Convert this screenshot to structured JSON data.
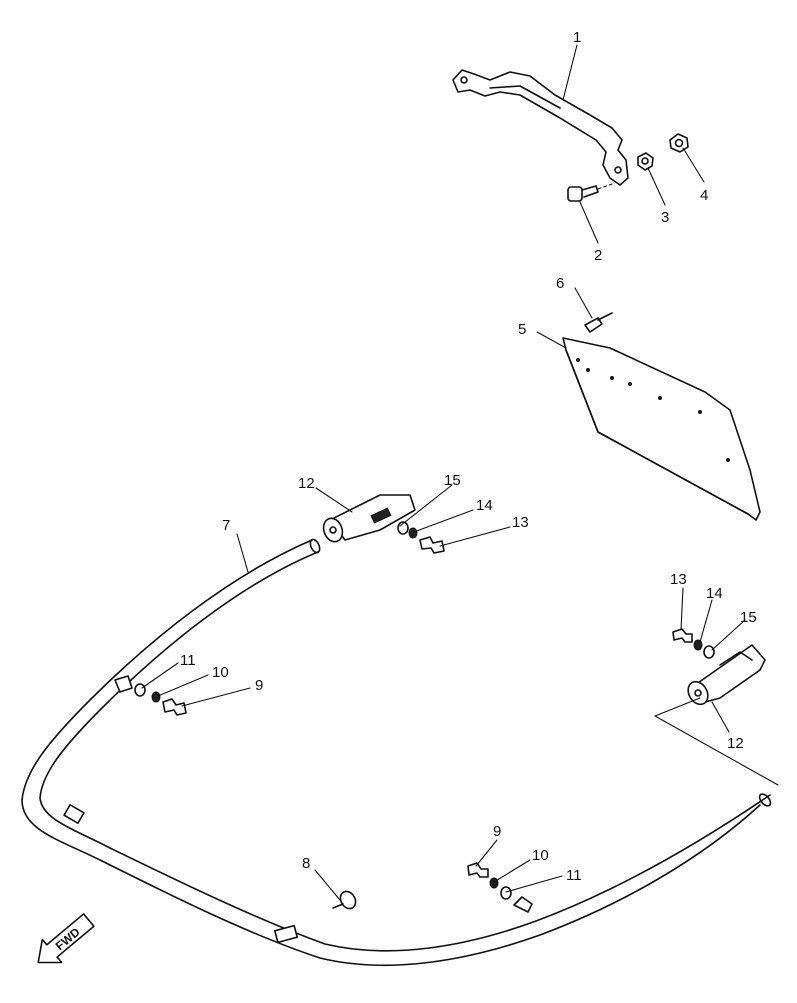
{
  "callouts": [
    {
      "id": "c1",
      "text": "1"
    },
    {
      "id": "c2",
      "text": "2"
    },
    {
      "id": "c3",
      "text": "3"
    },
    {
      "id": "c4",
      "text": "4"
    },
    {
      "id": "c5",
      "text": "5"
    },
    {
      "id": "c6",
      "text": "6"
    },
    {
      "id": "c7",
      "text": "7"
    },
    {
      "id": "c8",
      "text": "8"
    },
    {
      "id": "c9a",
      "text": "9"
    },
    {
      "id": "c10a",
      "text": "10"
    },
    {
      "id": "c11a",
      "text": "11"
    },
    {
      "id": "c9b",
      "text": "9"
    },
    {
      "id": "c10b",
      "text": "10"
    },
    {
      "id": "c11b",
      "text": "11"
    },
    {
      "id": "c12a",
      "text": "12"
    },
    {
      "id": "c13a",
      "text": "13"
    },
    {
      "id": "c14a",
      "text": "14"
    },
    {
      "id": "c15a",
      "text": "15"
    },
    {
      "id": "c12b",
      "text": "12"
    },
    {
      "id": "c13b",
      "text": "13"
    },
    {
      "id": "c14b",
      "text": "14"
    },
    {
      "id": "c15b",
      "text": "15"
    }
  ],
  "fwd_label": "FWD",
  "colors": {
    "line": "#111111",
    "background": "#ffffff"
  }
}
